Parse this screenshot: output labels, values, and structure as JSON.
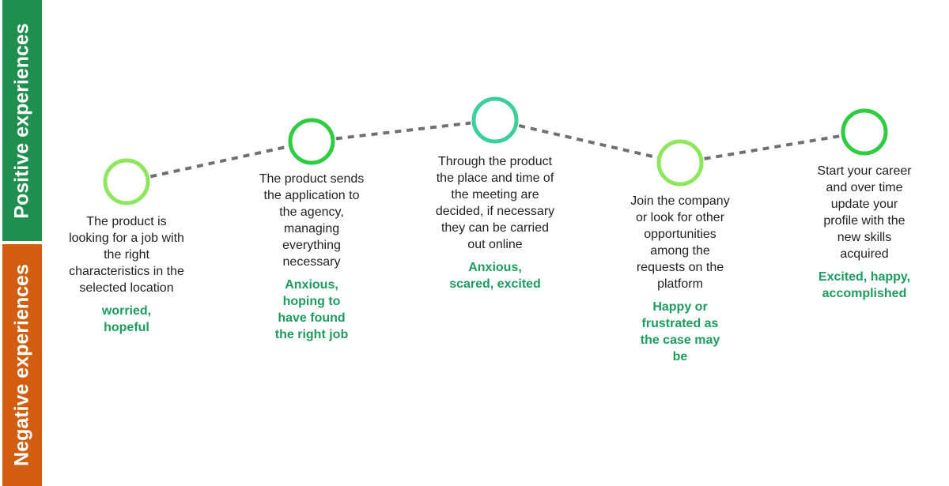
{
  "bands": {
    "positive": "Positive experiences",
    "negative": "Negative experiences"
  },
  "steps": [
    {
      "text": [
        "The product is",
        "looking for a job with",
        "the right",
        "characteristics in the",
        "selected location"
      ],
      "feeling": [
        "worried,",
        "hopeful"
      ],
      "color": "#8ee65d"
    },
    {
      "text": [
        "The product sends",
        "the application to",
        "the agency,",
        "managing",
        "everything",
        "necessary"
      ],
      "feeling": [
        "Anxious,",
        "hoping to",
        "have found",
        "the right job"
      ],
      "color": "#2ecc40"
    },
    {
      "text": [
        "Through the product",
        "the place and time of",
        "the meeting are",
        "decided, if necessary",
        "they can be carried",
        "out online"
      ],
      "feeling": [
        "Anxious,",
        "scared, excited"
      ],
      "color": "#3ccf99"
    },
    {
      "text": [
        "Join the company",
        "or look for other",
        "opportunities",
        "among the",
        "requests on the",
        "platform"
      ],
      "feeling": [
        "Happy or",
        "frustrated as",
        "the case may",
        "be"
      ],
      "color": "#8ee65d"
    },
    {
      "text": [
        "Start your career",
        "and over time",
        "update your",
        "profile with the",
        "new skills",
        "acquired"
      ],
      "feeling": [
        "Excited, happy,",
        "accomplished"
      ],
      "color": "#2ecc40"
    }
  ],
  "colors": {
    "positive_band": "#1e8f4e",
    "negative_band": "#d35d0e",
    "feeling_text": "#1e9b5e",
    "connector": "#707070"
  }
}
